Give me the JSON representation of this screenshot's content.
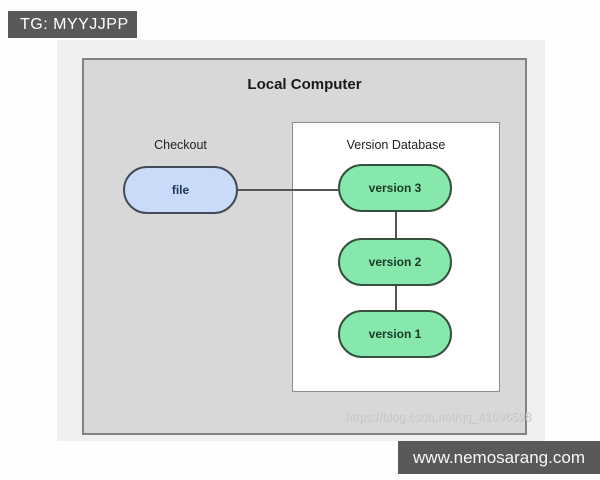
{
  "overlay": {
    "tag_label": "TG: MYYJJPP",
    "csdn_watermark": "https://blog.csdn.net/qq_41096598",
    "site_watermark": "www.nemosarang.com"
  },
  "diagram": {
    "title": "Local Computer",
    "checkout": {
      "label": "Checkout",
      "node": "file"
    },
    "version_database": {
      "label": "Version Database",
      "nodes": [
        "version 3",
        "version 2",
        "version 1"
      ]
    },
    "connections": [
      "file - version 3",
      "version 3 - version 2",
      "version 2 - version 1"
    ]
  },
  "colors": {
    "accent_tag_bg": "#58595b",
    "panel_bg": "#f0f0f1",
    "box_fill": "#d8d8d8",
    "box_border": "#828282",
    "file_fill": "#c9dbf9",
    "file_border": "#434b57",
    "file_text": "#22365c",
    "version_fill": "#86e8ac",
    "version_border": "#35503c",
    "version_text": "#1c3a26",
    "connector": "#555555",
    "watermark_text": "#d4d6d8",
    "bar_bg": "#59595b"
  }
}
